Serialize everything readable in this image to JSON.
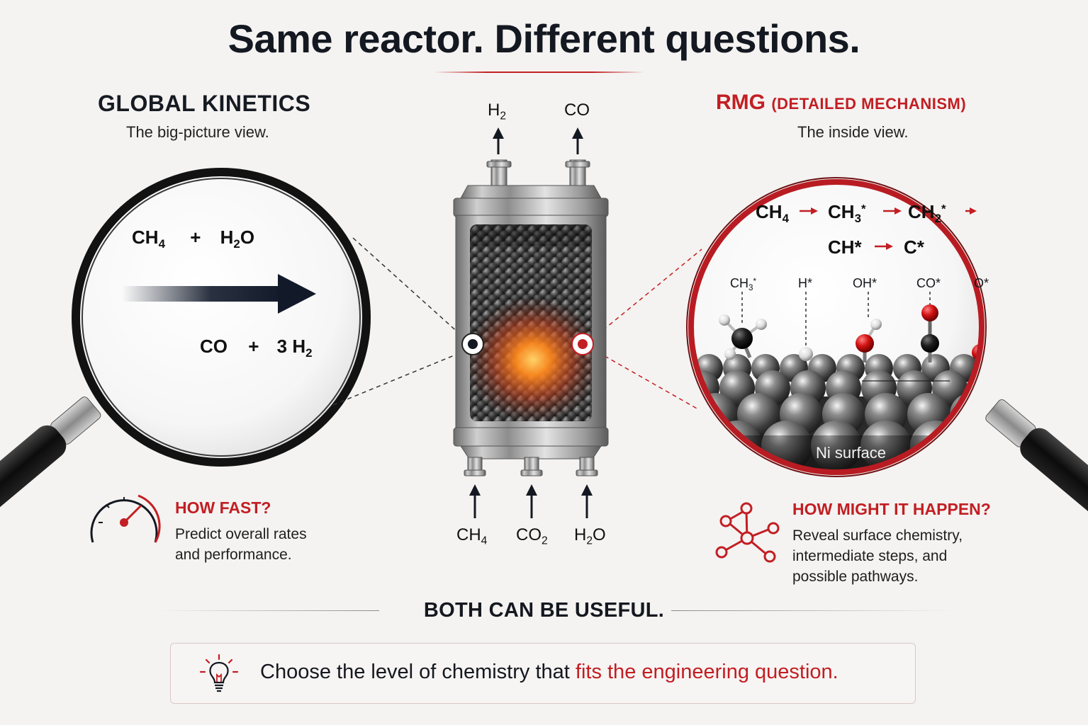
{
  "title": "Same reactor. Different questions.",
  "left": {
    "heading": "GLOBAL KINETICS",
    "subtitle": "The big-picture view.",
    "reactants": {
      "a": "CH",
      "a_sub": "4",
      "plus": "+",
      "b": "H",
      "b_sub": "2",
      "b_tail": "O"
    },
    "products": {
      "a": "CO",
      "plus": "+",
      "b": "3 H",
      "b_sub": "2"
    },
    "question": "HOW FAST?",
    "answer_line1": "Predict overall rates",
    "answer_line2": "and performance.",
    "icon": "speedometer-icon"
  },
  "right": {
    "heading_main": "RMG",
    "heading_paren": "(DETAILED MECHANISM)",
    "subtitle": "The inside view.",
    "chain1": [
      {
        "base": "CH",
        "sub": "4",
        "sup": ""
      },
      {
        "base": "CH",
        "sub": "3",
        "sup": "*"
      },
      {
        "base": "CH",
        "sub": "2",
        "sup": "*"
      }
    ],
    "chain2": [
      {
        "base": "CH*"
      },
      {
        "base": "C*"
      }
    ],
    "adsorbates": [
      {
        "base": "CH",
        "sub": "3",
        "sup": "*"
      },
      {
        "base": "H*"
      },
      {
        "base": "OH*"
      },
      {
        "base": "CO*"
      },
      {
        "base": "O*"
      }
    ],
    "surface_label": "Ni surface",
    "question": "HOW MIGHT IT HAPPEN?",
    "answer_line1": "Reveal surface chemistry,",
    "answer_line2": "intermediate steps, and",
    "answer_line3": "possible pathways.",
    "icon": "network-icon"
  },
  "reactor": {
    "outputs": [
      {
        "base": "H",
        "sub": "2",
        "tail": ""
      },
      {
        "base": "CO",
        "sub": "",
        "tail": ""
      }
    ],
    "inputs": [
      {
        "base": "CH",
        "sub": "4",
        "tail": ""
      },
      {
        "base": "CO",
        "sub": "2",
        "tail": ""
      },
      {
        "base": "H",
        "sub": "2",
        "tail": "O"
      }
    ]
  },
  "bottom": {
    "both": "BOTH CAN BE USEFUL.",
    "callout_plain": "Choose the level of chemistry that ",
    "callout_accent": "fits the engineering question.",
    "icon": "lightbulb-icon"
  },
  "colors": {
    "accent": "#c21e23",
    "ink": "#141821",
    "background": "#f4f3f1"
  }
}
